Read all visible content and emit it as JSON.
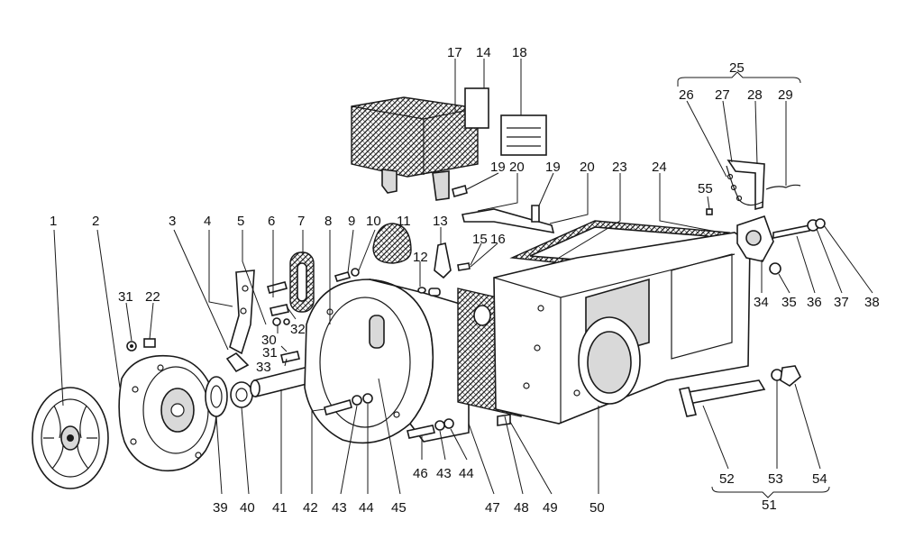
{
  "callouts": [
    {
      "id": "1",
      "label": "1"
    },
    {
      "id": "2",
      "label": "2"
    },
    {
      "id": "3",
      "label": "3"
    },
    {
      "id": "4",
      "label": "4"
    },
    {
      "id": "5",
      "label": "5"
    },
    {
      "id": "6",
      "label": "6"
    },
    {
      "id": "7",
      "label": "7"
    },
    {
      "id": "8",
      "label": "8"
    },
    {
      "id": "9",
      "label": "9"
    },
    {
      "id": "10",
      "label": "10"
    },
    {
      "id": "11",
      "label": "11"
    },
    {
      "id": "12",
      "label": "12"
    },
    {
      "id": "13",
      "label": "13"
    },
    {
      "id": "14",
      "label": "14"
    },
    {
      "id": "15",
      "label": "15"
    },
    {
      "id": "16",
      "label": "16"
    },
    {
      "id": "17",
      "label": "17"
    },
    {
      "id": "18",
      "label": "18"
    },
    {
      "id": "19a",
      "label": "19"
    },
    {
      "id": "19b",
      "label": "19"
    },
    {
      "id": "20a",
      "label": "20"
    },
    {
      "id": "20b",
      "label": "20"
    },
    {
      "id": "22",
      "label": "22"
    },
    {
      "id": "23",
      "label": "23"
    },
    {
      "id": "24",
      "label": "24"
    },
    {
      "id": "25",
      "label": "25"
    },
    {
      "id": "26",
      "label": "26"
    },
    {
      "id": "27",
      "label": "27"
    },
    {
      "id": "28",
      "label": "28"
    },
    {
      "id": "29",
      "label": "29"
    },
    {
      "id": "30",
      "label": "30"
    },
    {
      "id": "31a",
      "label": "31"
    },
    {
      "id": "31b",
      "label": "31"
    },
    {
      "id": "32",
      "label": "32"
    },
    {
      "id": "33",
      "label": "33"
    },
    {
      "id": "34",
      "label": "34"
    },
    {
      "id": "35",
      "label": "35"
    },
    {
      "id": "36",
      "label": "36"
    },
    {
      "id": "37",
      "label": "37"
    },
    {
      "id": "38",
      "label": "38"
    },
    {
      "id": "39",
      "label": "39"
    },
    {
      "id": "40",
      "label": "40"
    },
    {
      "id": "41",
      "label": "41"
    },
    {
      "id": "42",
      "label": "42"
    },
    {
      "id": "43a",
      "label": "43"
    },
    {
      "id": "43b",
      "label": "43"
    },
    {
      "id": "44a",
      "label": "44"
    },
    {
      "id": "44b",
      "label": "44"
    },
    {
      "id": "45",
      "label": "45"
    },
    {
      "id": "46",
      "label": "46"
    },
    {
      "id": "47",
      "label": "47"
    },
    {
      "id": "48",
      "label": "48"
    },
    {
      "id": "49",
      "label": "49"
    },
    {
      "id": "50",
      "label": "50"
    },
    {
      "id": "51",
      "label": "51"
    },
    {
      "id": "52",
      "label": "52"
    },
    {
      "id": "53",
      "label": "53"
    },
    {
      "id": "54",
      "label": "54"
    },
    {
      "id": "55",
      "label": "55"
    }
  ]
}
